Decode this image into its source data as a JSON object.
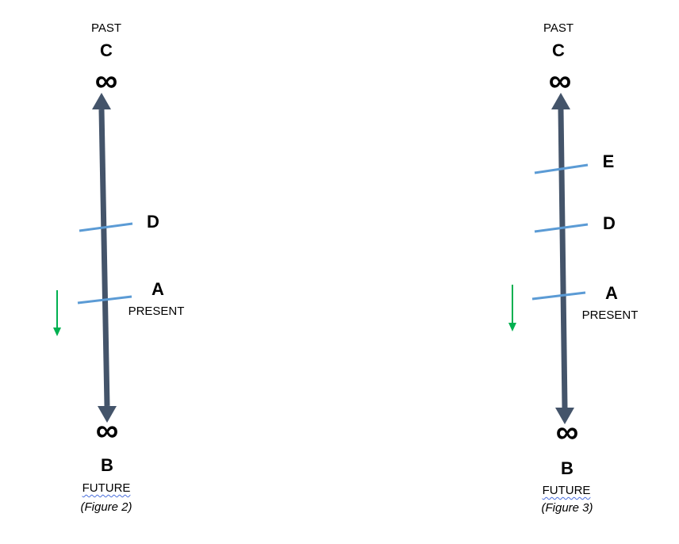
{
  "figures": [
    {
      "top_label": "PAST",
      "top_letter": "C",
      "top_symbol": "∞",
      "bottom_symbol": "∞",
      "bottom_letter": "B",
      "bottom_label": "FUTURE",
      "caption": "(Figure 2)",
      "marks": [
        {
          "letter": "D"
        },
        {
          "letter": "A",
          "sublabel": "PRESENT"
        }
      ]
    },
    {
      "top_label": "PAST",
      "top_letter": "C",
      "top_symbol": "∞",
      "bottom_symbol": "∞",
      "bottom_letter": "B",
      "bottom_label": "FUTURE",
      "caption": "(Figure 3)",
      "marks": [
        {
          "letter": "E"
        },
        {
          "letter": "D"
        },
        {
          "letter": "A",
          "sublabel": "PRESENT"
        }
      ]
    }
  ],
  "colors": {
    "axis": "#44546a",
    "mark": "#5b9bd5",
    "direction_arrow": "#00b050"
  }
}
